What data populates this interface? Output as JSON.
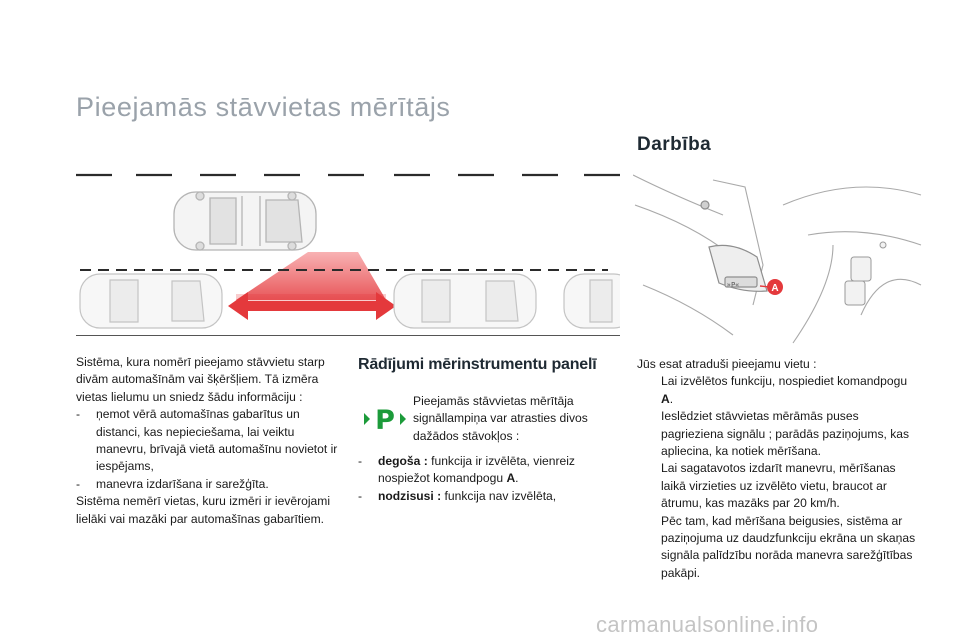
{
  "title": "Pieejamās stāvvietas mērītājs",
  "section_title": "Darbība",
  "intro": {
    "paragraph": "Sistēma, kura nomērī pieejamo stāvvietu starp divām automašīnām vai šķēršļiem. Tā izmēra vietas lielumu un sniedz šādu informāciju :",
    "bullets": [
      "ņemot vērā automašīnas gabarītus un distanci, kas nepieciešama, lai veiktu manevru, brīvajā vietā automašīnu novietot ir iespējams,",
      "manevra izdarīšana ir sarežģīta."
    ],
    "closing": "Sistēma nemērī vietas, kuru izmēri ir ievērojami lielāki vai mazāki par automašīnas gabarītiem."
  },
  "instrument_panel": {
    "heading": "Rādījumi mērinstrumentu panelī",
    "icon_label": "P",
    "description": "Pieejamās stāvvietas mērītāja signāllampiņa var atrasties divos dažādos stāvokļos :",
    "states": [
      {
        "term": "degoša",
        "text": "funkcija ir izvēlēta, vienreiz nospiežot komandpogu",
        "ref": "A"
      },
      {
        "term": "nodzisusi",
        "text": "funkcija nav izvēlēta,"
      }
    ]
  },
  "operation": {
    "intro": "Jūs esat atraduši pieejamu vietu :",
    "bullet_glyph": "",
    "steps": [
      {
        "text": "Lai izvēlētos funkciju, nospiediet komandpogu",
        "ref": "A",
        "end": "."
      },
      {
        "text": "Ieslēdziet stāvvietas mērāmās puses pagrieziena signālu ; parādās paziņojums, kas apliecina, ka notiek mērīšana."
      },
      {
        "text": "Lai sagatavotos izdarīt manevru, mērīšanas laikā virzieties uz izvēlēto vietu, braucot ar ātrumu, kas mazāks par 20 km/h."
      },
      {
        "text": "Pēc tam, kad mērīšana beigusies, sistēma ar paziņojuma uz daudzfunkciju ekrāna un skaņas signāla palīdzību norāda manevra sarežģītības pakāpi."
      }
    ]
  },
  "dashboard_callout": "A",
  "colors": {
    "accent_red": "#e4393c",
    "indicator_green": "#1c9b3a",
    "title_grey": "#9aa2aa"
  },
  "watermark": "carmanualsonline.info"
}
